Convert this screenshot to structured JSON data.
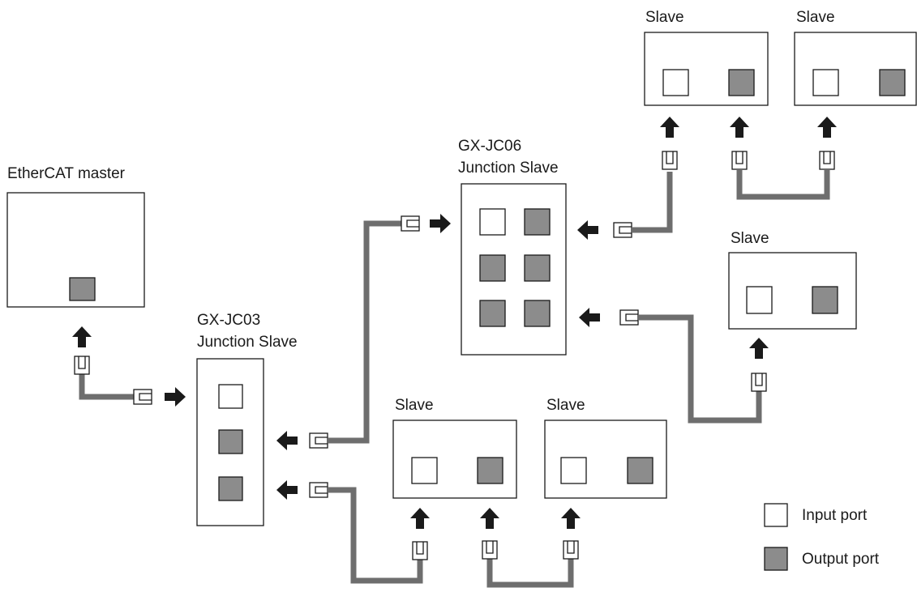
{
  "colors": {
    "output_port": "#8c8c8c",
    "input_port": "#ffffff",
    "cable": "#6e6e6e",
    "arrow": "#1a1a1a",
    "outline": "#1a1a1a"
  },
  "devices": {
    "master": {
      "label": "EtherCAT master"
    },
    "jc03": {
      "label_line1": "GX-JC03",
      "label_line2": "Junction Slave"
    },
    "jc06": {
      "label_line1": "GX-JC06",
      "label_line2": "Junction Slave"
    },
    "slave_top_left": {
      "label": "Slave"
    },
    "slave_top_right": {
      "label": "Slave"
    },
    "slave_mid_right": {
      "label": "Slave"
    },
    "slave_bottom_left": {
      "label": "Slave"
    },
    "slave_bottom_right": {
      "label": "Slave"
    }
  },
  "legend": {
    "input_label": "Input port",
    "output_label": "Output port"
  }
}
